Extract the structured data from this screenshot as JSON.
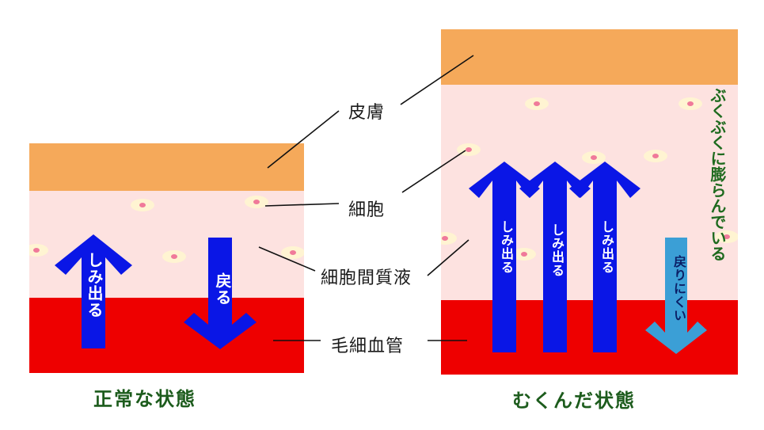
{
  "labels": {
    "skin": "皮膚",
    "cell": "細胞",
    "interstitial": "細胞間質液",
    "capillary": "毛細血管"
  },
  "normal": {
    "caption": "正常な状態",
    "out_label": "しみ出る",
    "back_label": "戻る"
  },
  "swollen": {
    "caption": "むくんだ状態",
    "out_label_1": "しみ出る",
    "out_label_2": "しみ出る",
    "out_label_3": "しみ出る",
    "back_label": "戻りにくい",
    "side_note": "ぶくぶくに膨らんでいる"
  },
  "colors": {
    "skin": "#f5a95a",
    "tissue": "#fde2e0",
    "vessel": "#ee0000",
    "arrow_blue": "#0a16e6",
    "arrow_light": "#3b9fd6",
    "caption_green": "#1d5c1d"
  }
}
